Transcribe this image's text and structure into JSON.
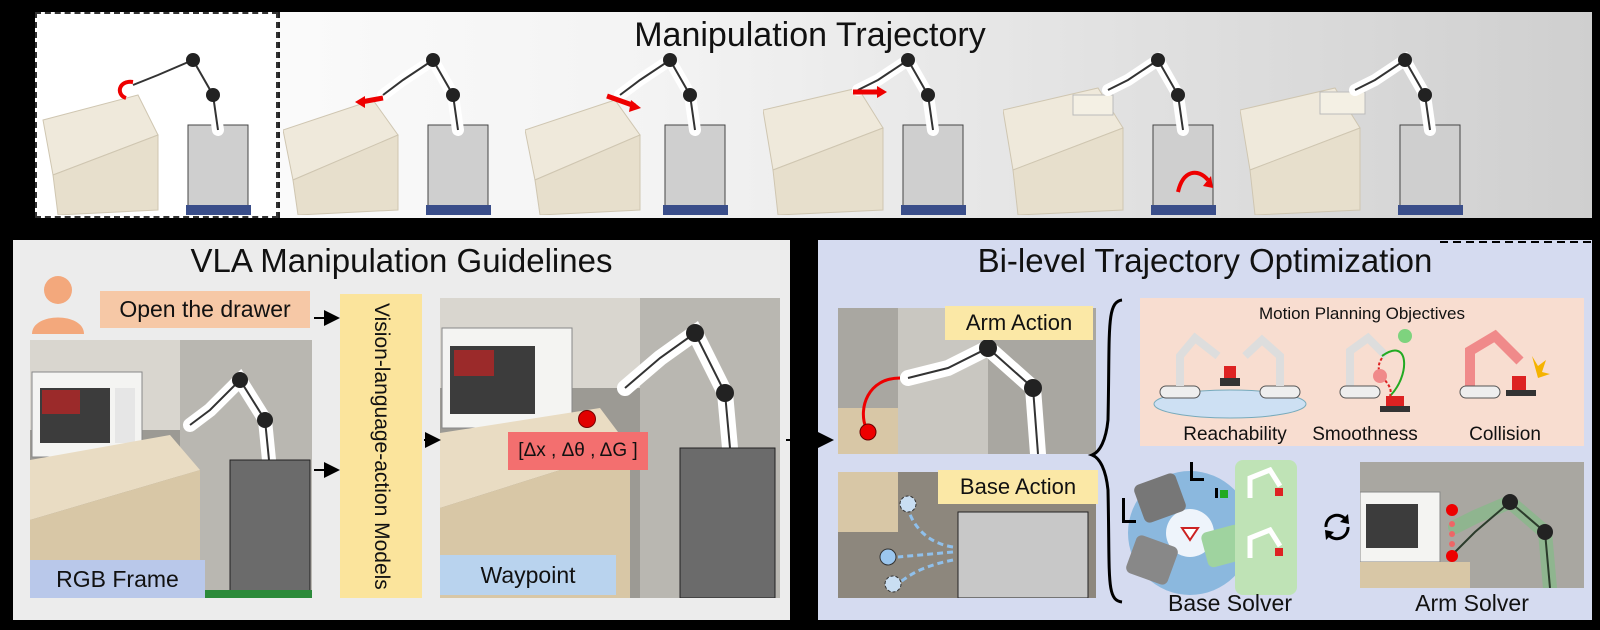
{
  "top": {
    "title": "Manipulation Trajectory",
    "frame_count": 6
  },
  "left": {
    "title": "VLA Manipulation Guidelines",
    "instruction": "Open the drawer",
    "model_label": "Vision-language-action Models",
    "rgb_label": "RGB Frame",
    "waypoint_label": "Waypoint",
    "delta": "[Δx , Δθ , ΔG ]"
  },
  "right": {
    "title": "Bi-level Trajectory Optimization",
    "arm_action": "Arm Action",
    "base_action": "Base Action",
    "objectives_title": "Motion Planning Objectives",
    "objectives": [
      "Reachability",
      "Smoothness",
      "Collision"
    ],
    "base_solver": "Base Solver",
    "arm_solver": "Arm Solver"
  },
  "colors": {
    "instruction_bg": "#f6c8a6",
    "vla_bg": "#fbe49c",
    "rgb_label_bg": "#b9c8ea",
    "waypoint_label_bg": "#b9d3ee",
    "delta_bg": "#f36f6f",
    "action_label_bg": "#fbe8a6",
    "objectives_bg": "#f8ddd0",
    "left_panel_bg": "#ececec",
    "right_panel_bg": "#d5dbf0",
    "arrow_red": "#e00000"
  }
}
